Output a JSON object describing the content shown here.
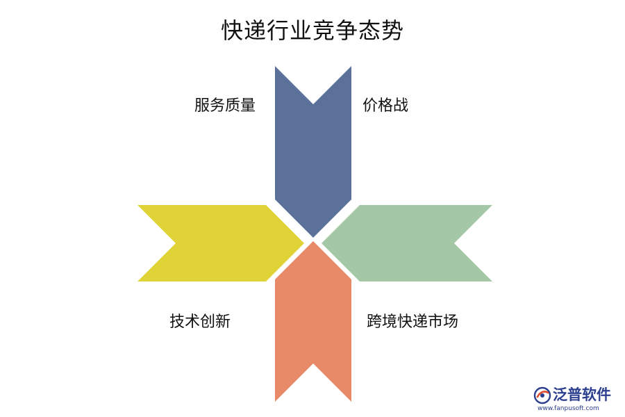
{
  "diagram": {
    "title": "快递行业竞争态势",
    "items": [
      {
        "label": "服务质量",
        "color": "#5b7199"
      },
      {
        "label": "价格战",
        "color": "#a4c8a6"
      },
      {
        "label": "技术创新",
        "color": "#dfd337"
      },
      {
        "label": "跨境快递市场",
        "color": "#e88a68"
      }
    ]
  },
  "logo": {
    "name": "泛普软件",
    "url": "www.fanpusoft.com",
    "color": "#2c3f8f",
    "accent": "#e04a2a"
  }
}
